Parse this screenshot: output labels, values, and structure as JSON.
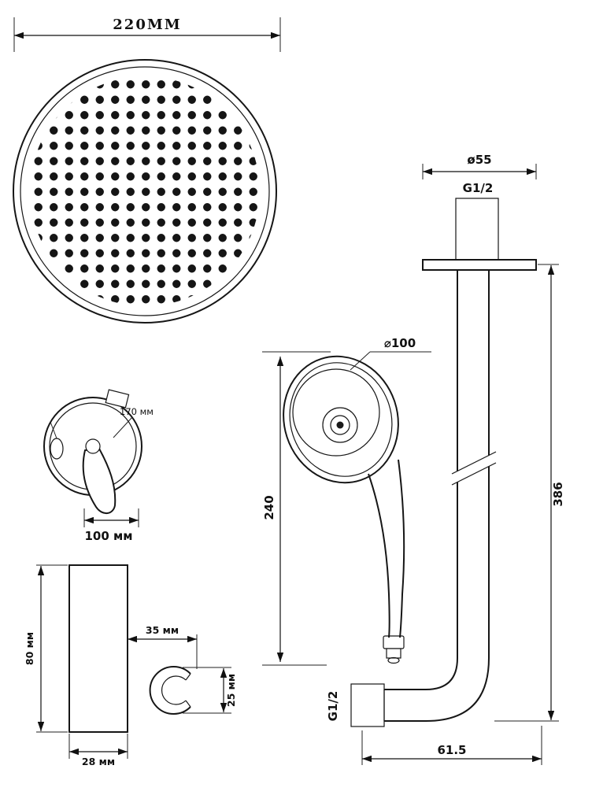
{
  "drawing": {
    "rain_head": {
      "diameter_label": "220MM"
    },
    "mixer": {
      "width_label": "170 мм",
      "height_label": "100 мм"
    },
    "hand_shower": {
      "diameter_label": "⌀100",
      "length_label": "240"
    },
    "arm": {
      "flange_label": "ø55",
      "thread_top_label": "G1/2",
      "length_label": "386",
      "offset_label": "61.5",
      "thread_bottom_label": "G1/2"
    },
    "bracket": {
      "height_label": "80 мм",
      "depth_label": "35 мм",
      "hook_label": "25 мм",
      "width_label": "28 мм"
    },
    "colors": {
      "line": "#161616",
      "background": "#ffffff"
    }
  }
}
